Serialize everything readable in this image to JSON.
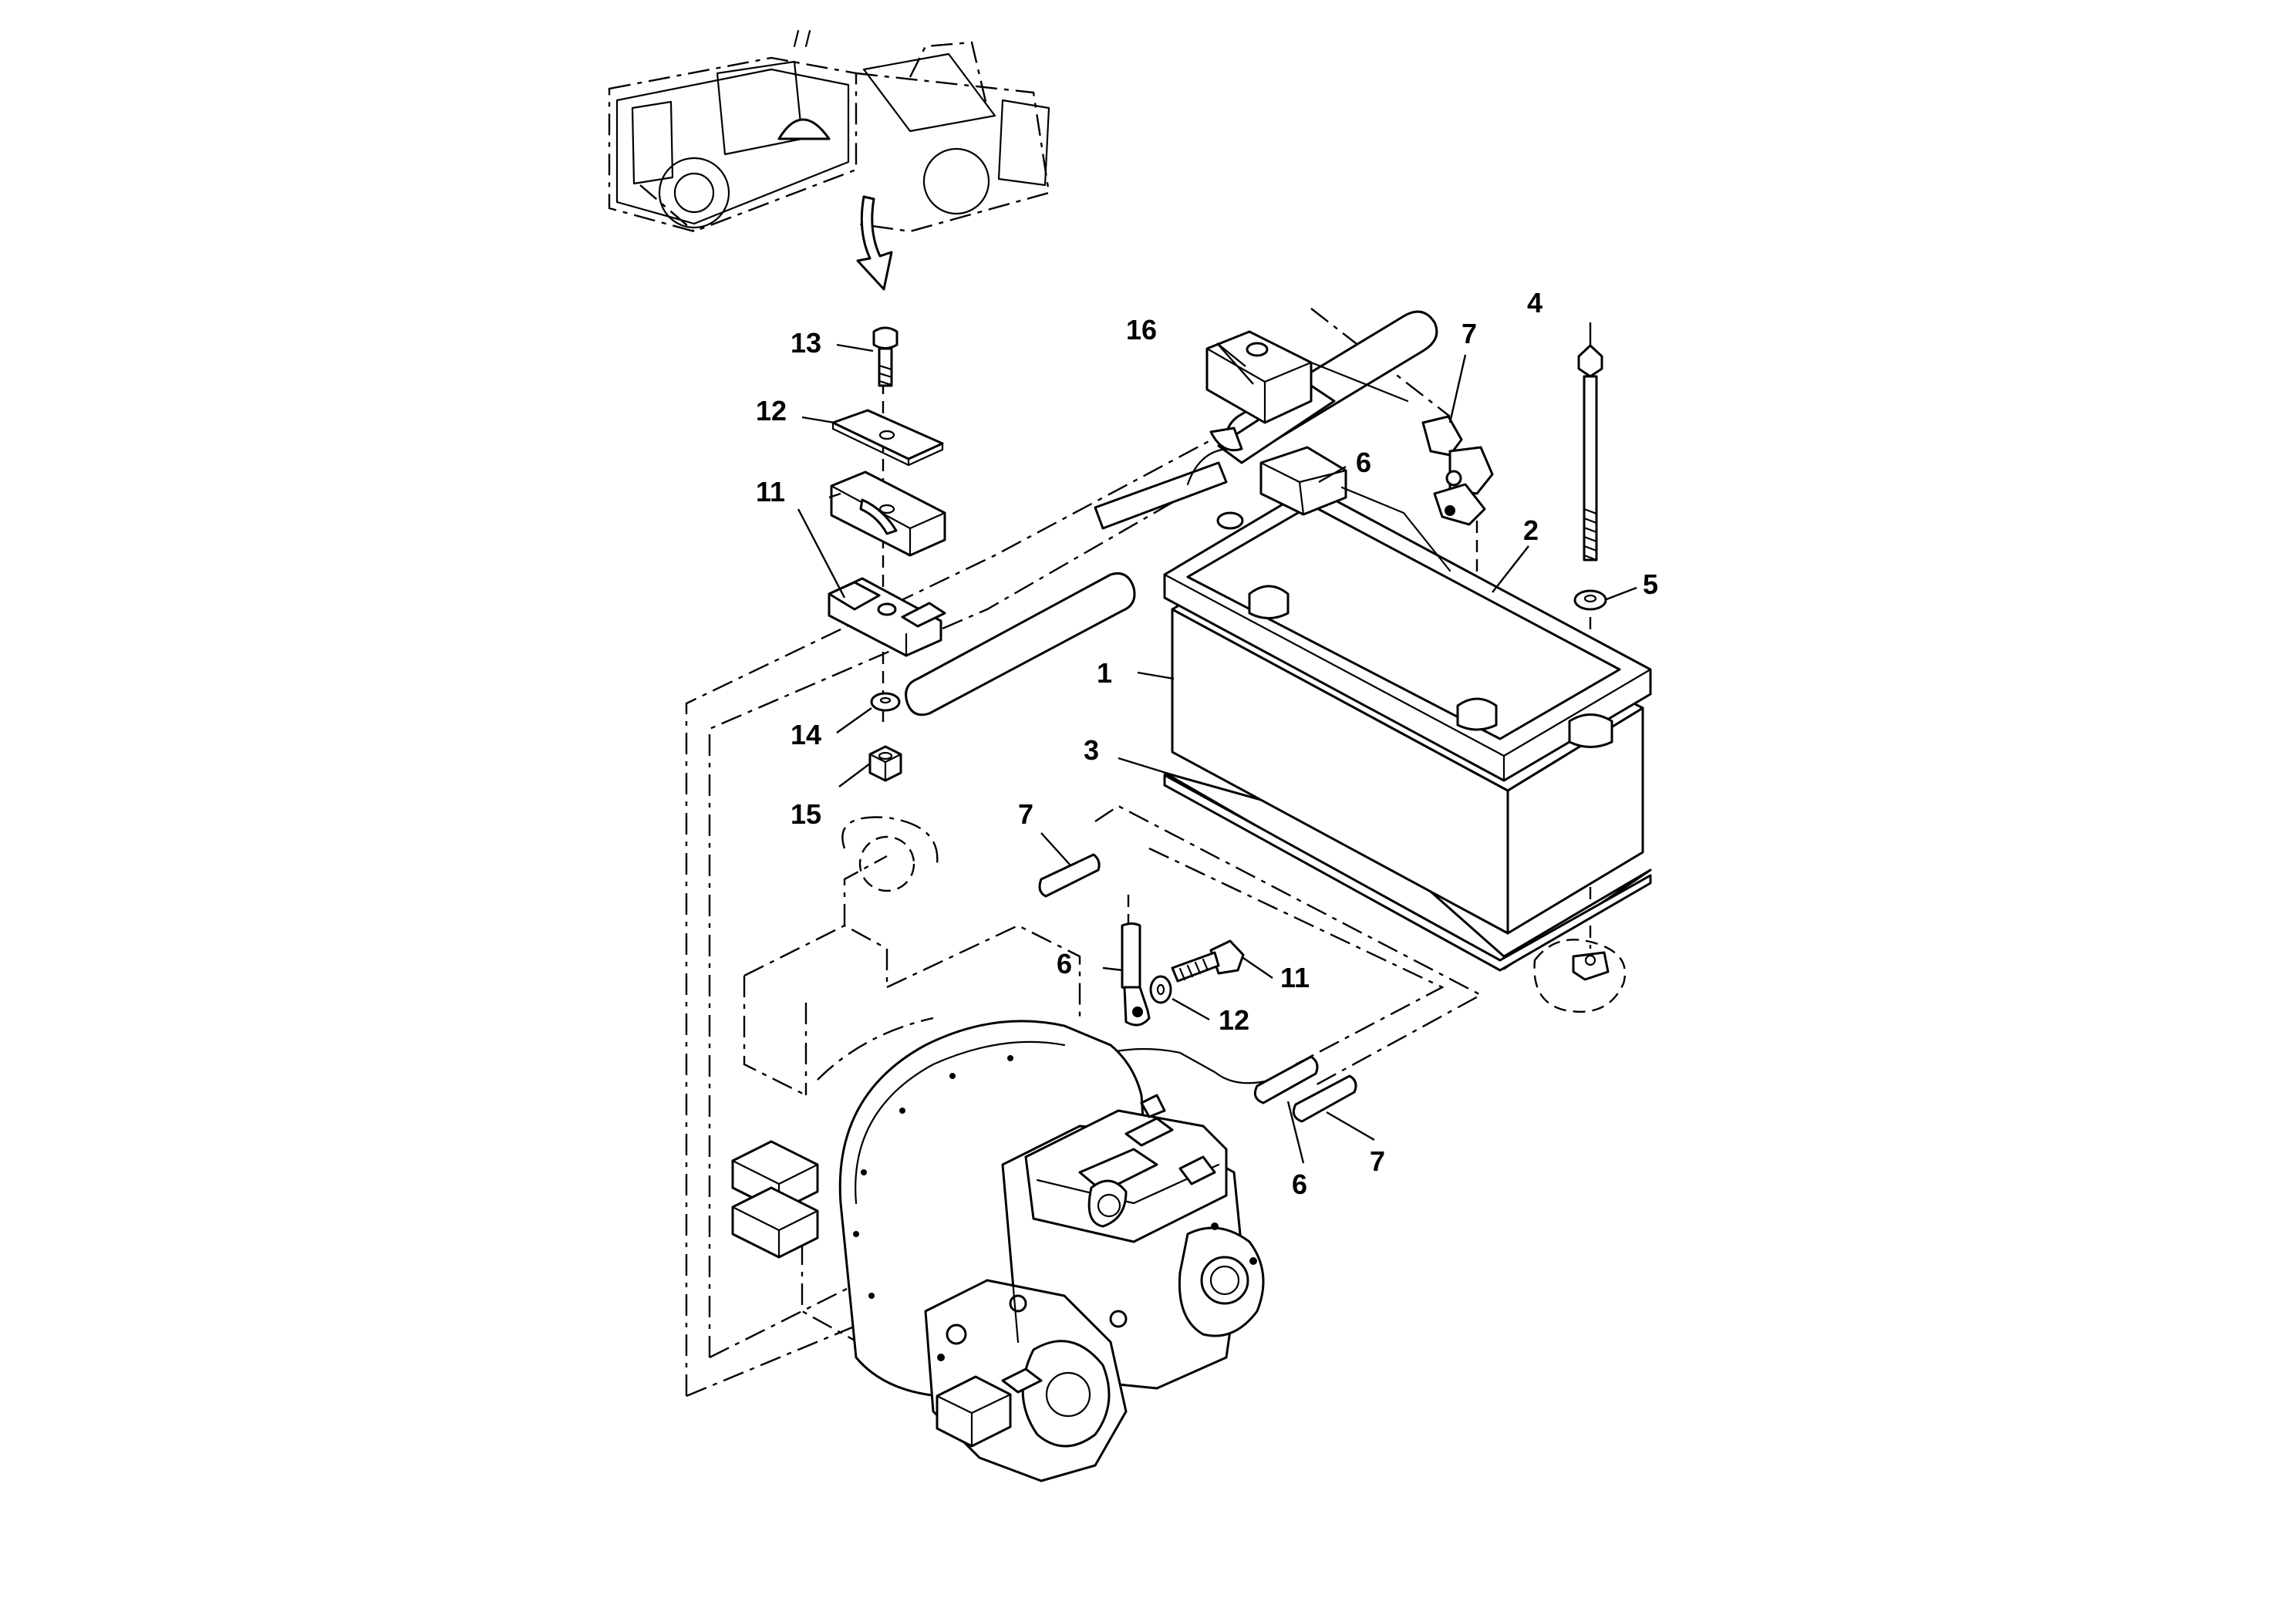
{
  "diagram": {
    "type": "exploded-parts-view",
    "callouts": {
      "battery": "1",
      "frame": "2",
      "pad": "3",
      "rod": "4",
      "washer_rod": "5",
      "cable_top": "6",
      "clamp_top": "7",
      "bracket": "11",
      "plate": "12",
      "bolt": "13",
      "washer_bracket": "14",
      "nut": "15",
      "clamp_pair": "16",
      "lug_lower": "6",
      "screw_lower": "11",
      "washer_lower": "12",
      "sleeve_left": "7",
      "sleeve_right": "7",
      "cable_lower": "6"
    }
  }
}
